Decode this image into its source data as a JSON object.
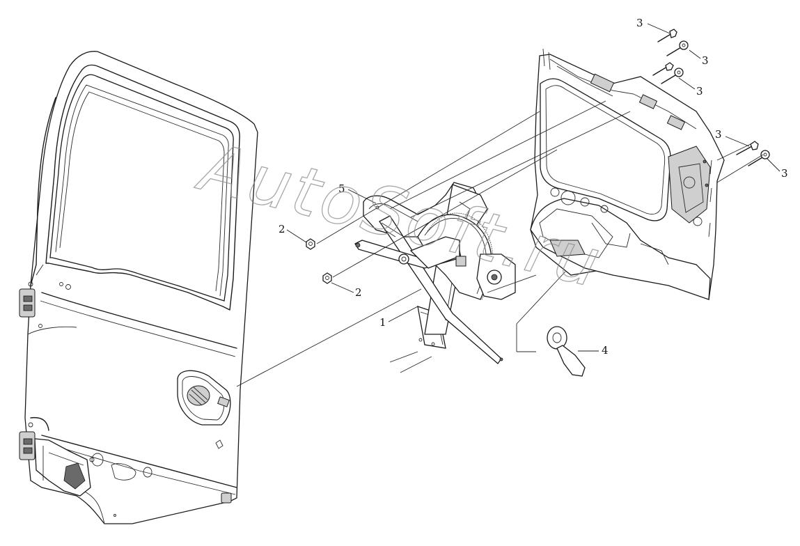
{
  "watermark": "AutoSoft.ru",
  "callouts": [
    {
      "id": "c1",
      "label": "1"
    },
    {
      "id": "c2a",
      "label": "2"
    },
    {
      "id": "c2b",
      "label": "2"
    },
    {
      "id": "c3a",
      "label": "3"
    },
    {
      "id": "c3b",
      "label": "3"
    },
    {
      "id": "c3c",
      "label": "3"
    },
    {
      "id": "c3d",
      "label": "3"
    },
    {
      "id": "c3e",
      "label": "3"
    },
    {
      "id": "c4",
      "label": "4"
    },
    {
      "id": "c5",
      "label": "5"
    }
  ]
}
